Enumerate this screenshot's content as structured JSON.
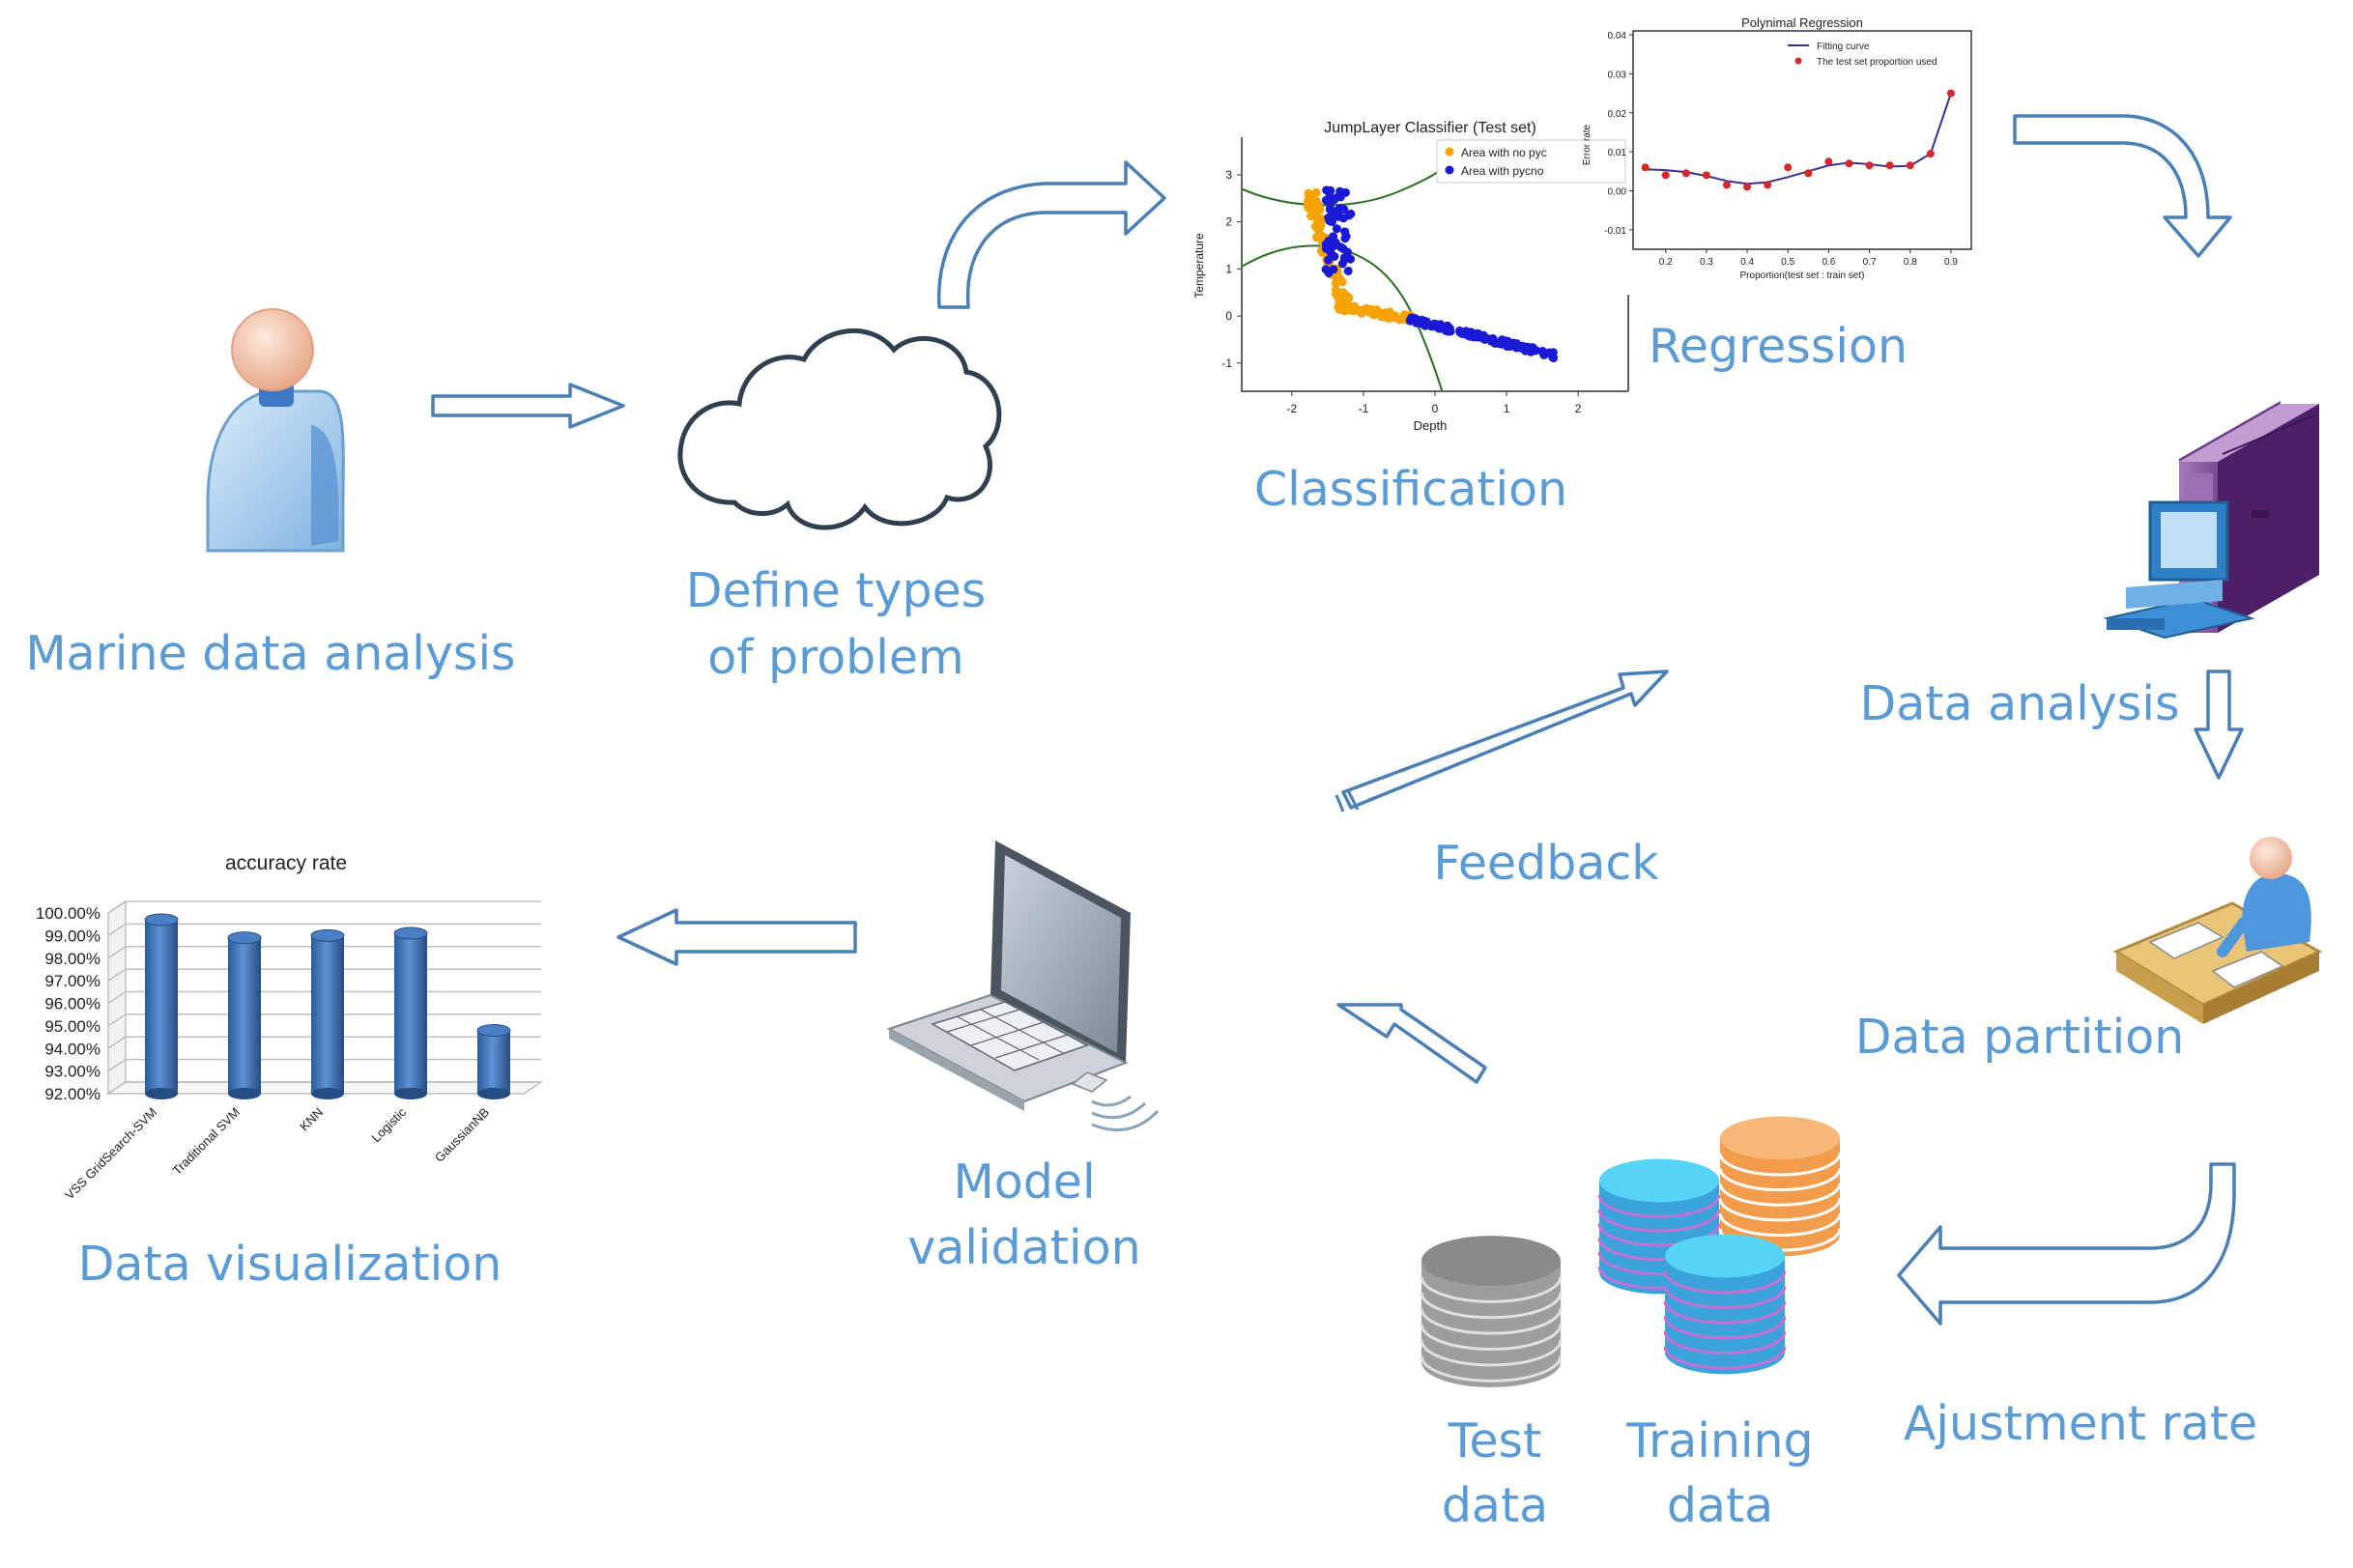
{
  "labels": {
    "marine": "Marine data analysis",
    "define_line1": "Define types",
    "define_line2": "of problem",
    "classification": "Classification",
    "regression": "Regression",
    "data_analysis": "Data analysis",
    "data_partition": "Data partition",
    "adjustment": "Ajustment rate",
    "test_line1": "Test",
    "test_line2": "data",
    "training_line1": "Training",
    "training_line2": "data",
    "feedback": "Feedback",
    "model_line1": "Model",
    "model_line2": "validation",
    "visualization": "Data visualization"
  },
  "chart_data": [
    {
      "type": "bar",
      "title": "accuracy rate",
      "categories": [
        "VSS GridSearch-SVM",
        "Traditional SVM",
        "KNN",
        "Logistic",
        "GaussianNB"
      ],
      "values": [
        99.7,
        98.9,
        99.0,
        99.1,
        94.8
      ],
      "ylim": [
        92,
        100
      ],
      "yticks": [
        "92.00%",
        "93.00%",
        "94.00%",
        "95.00%",
        "96.00%",
        "97.00%",
        "98.00%",
        "99.00%",
        "100.00%"
      ],
      "colors": {
        "bar": "#3a6fb5",
        "grid": "#bfbfbf"
      }
    },
    {
      "type": "scatter",
      "title": "JumpLayer Classifier (Test set)",
      "xlabel": "Depth",
      "ylabel": "Temperature",
      "xticks": [
        "-2",
        "-1",
        "0",
        "1",
        "2"
      ],
      "yticks": [
        "3",
        "2",
        "1",
        "0",
        "-1"
      ],
      "xlim": [
        -2.7,
        2.7
      ],
      "ylim": [
        -1.6,
        3.8
      ],
      "legend": [
        "Area with no pyc",
        "Area with pycno"
      ],
      "colors": {
        "no_pycnocline": "#f4a300",
        "pycnocline": "#1a1ad6",
        "boundary": "#2a6e1e"
      }
    },
    {
      "type": "line",
      "title": "Polynimal Regression",
      "xlabel": "Proportion(test set : train set)",
      "ylabel": "Error rate",
      "xticks": [
        "0.2",
        "0.3",
        "0.4",
        "0.5",
        "0.6",
        "0.7",
        "0.8",
        "0.9"
      ],
      "yticks": [
        "0.04",
        "0.03",
        "0.02",
        "0.01",
        "0.00",
        "-0.01"
      ],
      "xlim": [
        0.12,
        0.95
      ],
      "ylim": [
        -0.015,
        0.041
      ],
      "legend": [
        "Fitting curve",
        "The test set proportion used"
      ],
      "x": [
        0.15,
        0.2,
        0.25,
        0.3,
        0.35,
        0.4,
        0.45,
        0.5,
        0.55,
        0.6,
        0.65,
        0.7,
        0.75,
        0.8,
        0.85,
        0.9
      ],
      "points": [
        0.006,
        0.004,
        0.0045,
        0.004,
        0.0015,
        0.001,
        0.0015,
        0.006,
        0.0045,
        0.0075,
        0.007,
        0.0065,
        0.0065,
        0.0065,
        0.0095,
        0.025
      ],
      "curve": [
        0.0055,
        0.0053,
        0.0048,
        0.0038,
        0.0025,
        0.0018,
        0.0022,
        0.0035,
        0.005,
        0.0065,
        0.0072,
        0.0068,
        0.0062,
        0.0064,
        0.0095,
        0.025
      ],
      "colors": {
        "curve": "#3b2f8f",
        "points": "#d62728"
      }
    }
  ]
}
